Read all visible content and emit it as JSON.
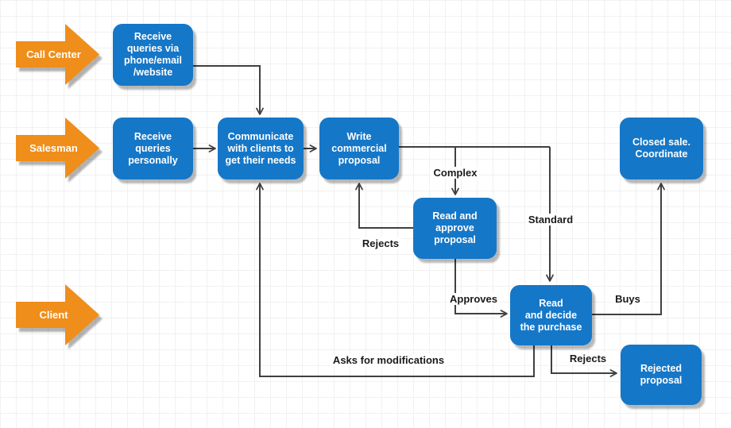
{
  "lanes": [
    {
      "id": "call-center",
      "label": "Call Center"
    },
    {
      "id": "salesman",
      "label": "Salesman"
    },
    {
      "id": "client",
      "label": "Client"
    }
  ],
  "nodes": [
    {
      "id": "receive-queries-web",
      "text": "Receive\nqueries via\nphone/email\n/website"
    },
    {
      "id": "receive-queries-personally",
      "text": "Receive\nqueries\npersonally"
    },
    {
      "id": "communicate-with-clients",
      "text": "Communicate\nwith clients to\nget their needs"
    },
    {
      "id": "write-commercial-proposal",
      "text": "Write\ncommercial\nproposal"
    },
    {
      "id": "read-and-approve-proposal",
      "text": "Read and\napprove\nproposal"
    },
    {
      "id": "read-and-decide-purchase",
      "text": "Read\nand decide\nthe purchase"
    },
    {
      "id": "closed-sale-coordinate",
      "text": "Closed sale.\nCoordinate"
    },
    {
      "id": "rejected-proposal",
      "text": "Rejected\nproposal"
    }
  ],
  "edge_labels": {
    "complex": "Complex",
    "standard": "Standard",
    "rejects_approval": "Rejects",
    "approves": "Approves",
    "buys": "Buys",
    "asks_for_modifications": "Asks for modifications",
    "rejects_purchase": "Rejects"
  },
  "colors": {
    "node_fill": "#1577c8",
    "lane_arrow_fill": "#ef8e1a",
    "connector": "#404040",
    "node_text": "#ffffff",
    "label_text": "#1a1a1a"
  }
}
